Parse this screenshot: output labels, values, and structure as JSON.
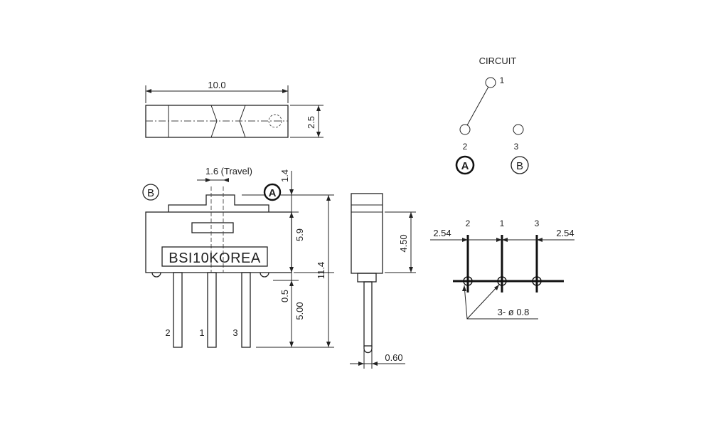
{
  "top_view": {
    "width_dim": "10.0",
    "height_dim": "2.5"
  },
  "front_view": {
    "travel_dim": "1.6 (Travel)",
    "actuator_height_dim": "1.4",
    "body_height_dim": "5.9",
    "standoff_dim": "0.5",
    "pin_length_dim": "5.00",
    "total_height_dim": "11.4",
    "marking": "BSI10KOREA",
    "position_a": "A",
    "position_b": "B",
    "pin_labels": [
      "2",
      "1",
      "3"
    ]
  },
  "side_view": {
    "body_height_dim": "4.50",
    "pin_width_dim": "0.60"
  },
  "circuit": {
    "title": "CIRCUIT",
    "terminal_1": "1",
    "terminal_2": "2",
    "terminal_3": "3",
    "position_a": "A",
    "position_b": "B"
  },
  "pcb_layout": {
    "pin_labels": [
      "2",
      "1",
      "3"
    ],
    "pitch_left": "2.54",
    "pitch_right": "2.54",
    "hole_note": "3- ø 0.8"
  }
}
